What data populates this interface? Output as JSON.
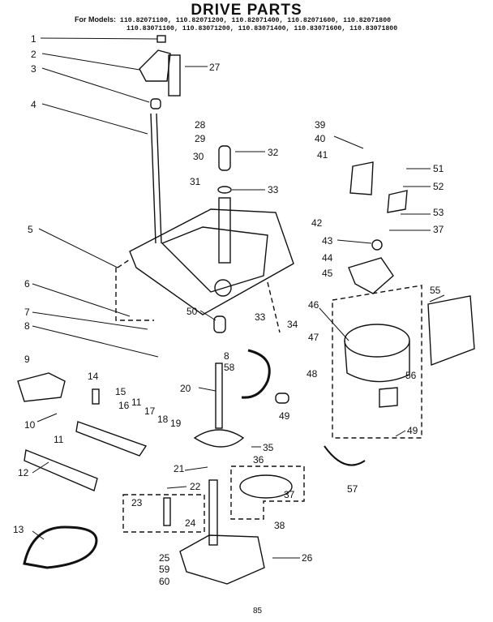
{
  "title": "DRIVE PARTS",
  "models_label": "For Models:",
  "models_line1": "110.82071100, 110.82071200, 110.82071400, 110.82071600, 110.82071800",
  "models_line2": "110.83071100, 110.83071200, 110.83071400, 110.83071600, 110.83071800",
  "page_number": "85",
  "callouts": [
    "1",
    "2",
    "3",
    "27",
    "4",
    "28",
    "29",
    "32",
    "30",
    "31",
    "33",
    "39",
    "40",
    "41",
    "51",
    "52",
    "53",
    "37",
    "42",
    "43",
    "44",
    "45",
    "5",
    "6",
    "7",
    "8",
    "50",
    "33",
    "34",
    "47",
    "46",
    "55",
    "9",
    "14",
    "15",
    "16",
    "11",
    "17",
    "18",
    "19",
    "10",
    "20",
    "8",
    "58",
    "48",
    "56",
    "49",
    "49",
    "11",
    "12",
    "21",
    "36",
    "22",
    "23",
    "24",
    "13",
    "25",
    "59",
    "60",
    "26",
    "35",
    "57",
    "37",
    "38"
  ]
}
